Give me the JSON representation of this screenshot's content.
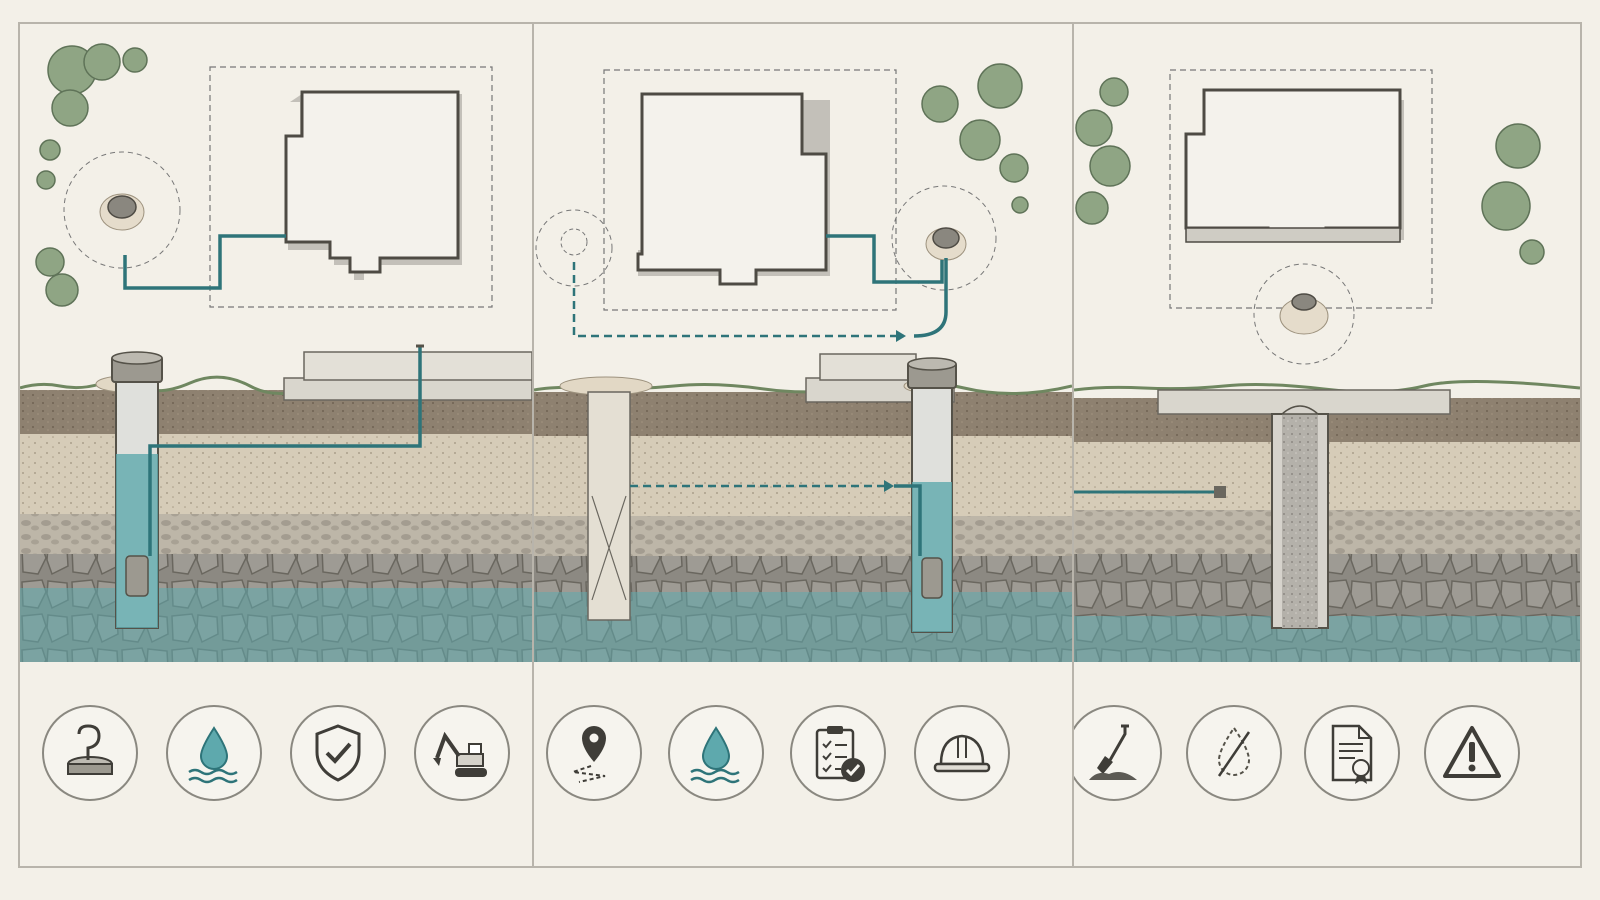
{
  "colors": {
    "paper": "#f3f0e8",
    "water": "#5ea9ad",
    "pipe": "#2e7479",
    "soil_top": "#8c7f6d",
    "sand": "#d7cdb9",
    "gravel": "#b9b2a5",
    "rock": "#8e8b84",
    "stroke": "#555249",
    "tree": "#8fa584"
  },
  "panels": [
    {
      "id": "active-well",
      "icons": [
        "well-cap-hook-icon",
        "water-drop-waves-icon",
        "shield-check-icon",
        "excavator-icon"
      ]
    },
    {
      "id": "relocated-well",
      "icons": [
        "location-pin-path-icon",
        "water-drop-waves-icon",
        "clipboard-checklist-icon",
        "hard-hat-icon"
      ]
    },
    {
      "id": "sealed-well",
      "icons": [
        "shovel-soil-icon",
        "no-water-icon",
        "certificate-document-icon",
        "warning-triangle-icon"
      ]
    }
  ]
}
